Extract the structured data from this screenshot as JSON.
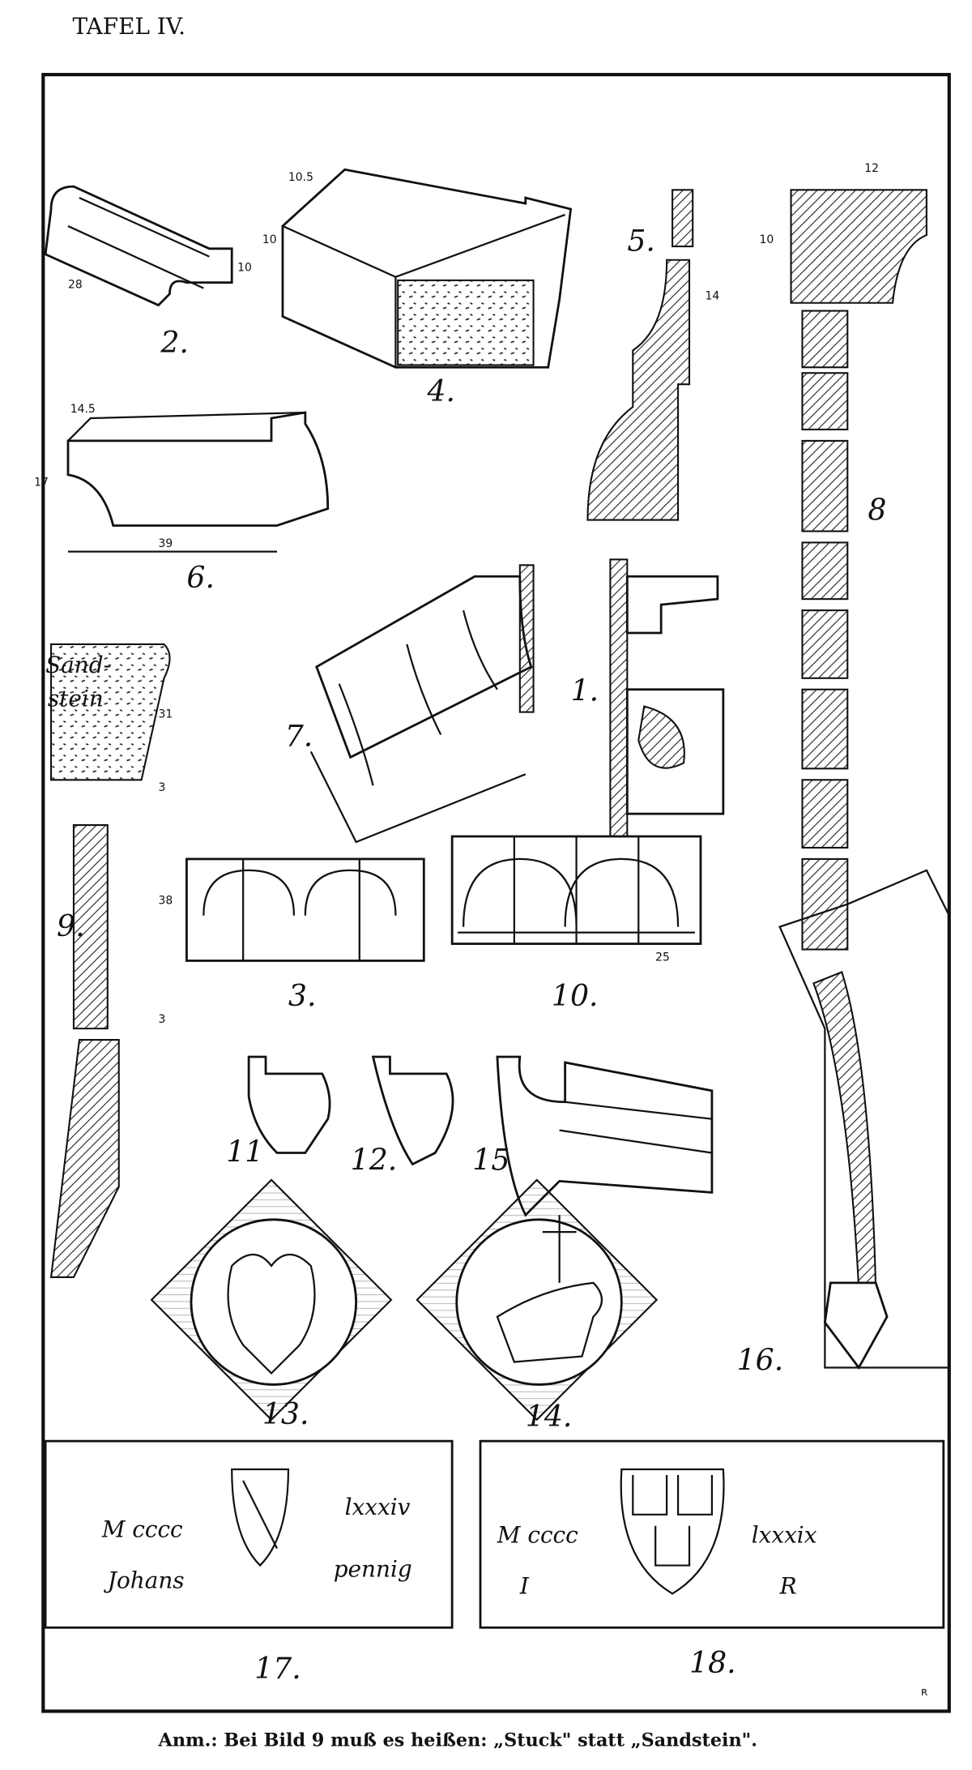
{
  "plate_title": "TAFEL IV.",
  "footnote": "Anm.: Bei Bild 9 muß es heißen: „Stuck\" statt „Sandstein\".",
  "figures": {
    "fig1": "1.",
    "fig2": "2.",
    "fig3": "3.",
    "fig4": "4.",
    "fig5": "5.",
    "fig6": "6.",
    "fig7": "7.",
    "fig8": "8",
    "fig9": "9.",
    "fig10": "10.",
    "fig11": "11",
    "fig12": "12.",
    "fig13": "13.",
    "fig14": "14.",
    "fig15": "15",
    "fig16": "16.",
    "fig17": "17.",
    "fig18": "18."
  },
  "dimensions": {
    "fig2_length": "28",
    "fig2_height": "10",
    "fig4_width": "10.5",
    "fig4_height": "10",
    "fig5_height": "14",
    "fig8_width": "12",
    "fig8_height": "10",
    "fig6_depth": "14.5",
    "fig6_height": "17",
    "fig6_length": "39",
    "fig9_top": "31",
    "fig9_gap": "3",
    "fig9_mid": "38",
    "fig9_bottom": "3",
    "fig10_width": "25"
  },
  "annotations": {
    "sand": "Sand-",
    "stein": "stein"
  },
  "inscriptions": {
    "fig17_line1_left": "M cccc",
    "fig17_line1_right": "lxxxiv",
    "fig17_line2_left": "Johans",
    "fig17_line2_right": "pennig",
    "fig18_line1_left": "M cccc",
    "fig18_line1_right": "lxxxix",
    "fig18_line2_left": "I",
    "fig18_line2_right": "R"
  },
  "signature_mark": "ʀ"
}
